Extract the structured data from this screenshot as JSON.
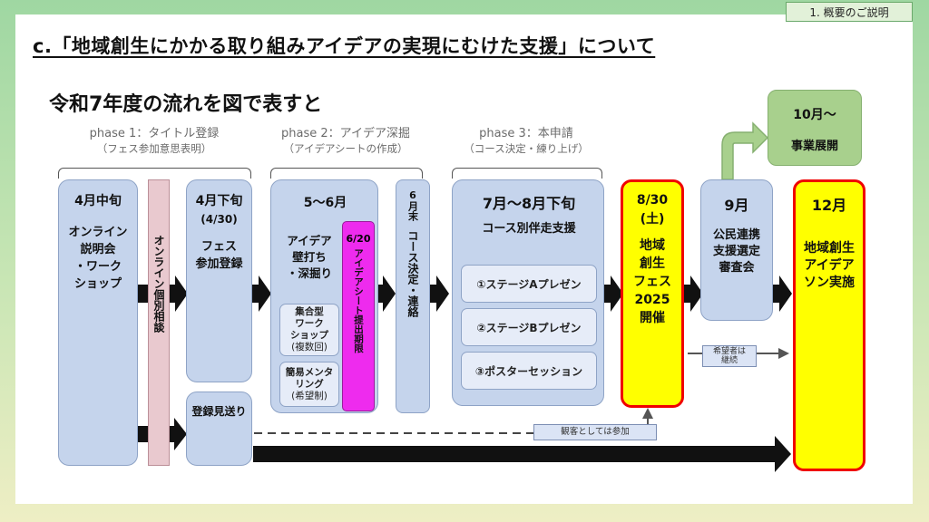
{
  "header_tag": "1. 概要のご説明",
  "title": "c.「地域創生にかかる取り組みアイデアの実現にむけた支援」について",
  "subtitle": "令和7年度の流れを図で表すと",
  "phases": [
    {
      "label": "phase 1：タイトル登録",
      "sub": "（フェス参加意思表明）"
    },
    {
      "label": "phase 2：アイデア深掘",
      "sub": "（アイデアシートの作成）"
    },
    {
      "label": "phase 3：本申請",
      "sub": "（コース決定・練り上げ）"
    }
  ],
  "boxes": {
    "april_mid": {
      "heading": "4月中旬",
      "body": "オンライン\n説明会\n・ワーク\nショップ"
    },
    "consult": "オンライン個別相談",
    "april_late": {
      "heading": "4月下旬",
      "date": "(4/30)",
      "body": "フェス\n参加登録"
    },
    "skip": "登録見送り",
    "may_june": {
      "heading": "5〜6月",
      "body": "アイデア\n壁打ち\n・深掘り",
      "ws": "集合型\nワーク\nショップ",
      "ws_note": "(複数回)",
      "mentor": "簡易メンタ\nリング",
      "mentor_note": "(希望制)"
    },
    "sheet_deadline": {
      "date": "6/20",
      "label": "アイデアシート提出期限"
    },
    "june_end": {
      "month": "6月末",
      "label": "コース決定・連絡"
    },
    "july_aug": {
      "heading": "7月〜8月下旬",
      "sub": "コース別伴走支援",
      "items": [
        "①ステージAプレゼン",
        "②ステージBプレゼン",
        "③ポスターセッション"
      ]
    },
    "fes": {
      "date": "8/30",
      "day": "(土)",
      "body": "地域\n創生\nフェス\n2025\n開催"
    },
    "sept": {
      "heading": "9月",
      "body": "公民連携\n支援選定\n審査会"
    },
    "oct": {
      "heading": "10月〜",
      "body": "事業展開"
    },
    "dec": {
      "heading": "12月",
      "body": "地域創生\nアイデア\nソン実施"
    }
  },
  "notes": {
    "continue": "希望者は\n継続",
    "observer": "観客としては参加"
  }
}
